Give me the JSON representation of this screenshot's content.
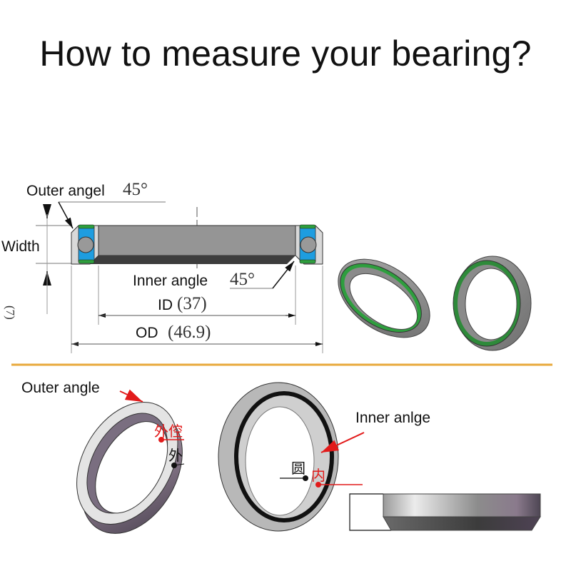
{
  "title": "How to measure your bearing?",
  "diagram": {
    "outer_angle_label": "Outer angel",
    "outer_angle_value": "45°",
    "width_label": "Width",
    "width_value": "(7)",
    "inner_angle_label": "Inner angle",
    "inner_angle_value": "45°",
    "id_label": "ID",
    "id_value": "(37)",
    "od_label": "OD",
    "od_value": "(46.9)"
  },
  "photos": {
    "outer_angle_label": "Outer angle",
    "inner_angle_label": "Inner anlge",
    "outer_cn_red": "外倥",
    "outer_cn_black": "外",
    "inner_cn_black": "圆",
    "inner_cn_red": "内"
  },
  "colors": {
    "divider": "#e8a93c",
    "ball_cage": "#1e9de0",
    "seal": "#2e9e3e",
    "arrow_red": "#e21b1b",
    "ring_gray": "#8c8c8c"
  }
}
